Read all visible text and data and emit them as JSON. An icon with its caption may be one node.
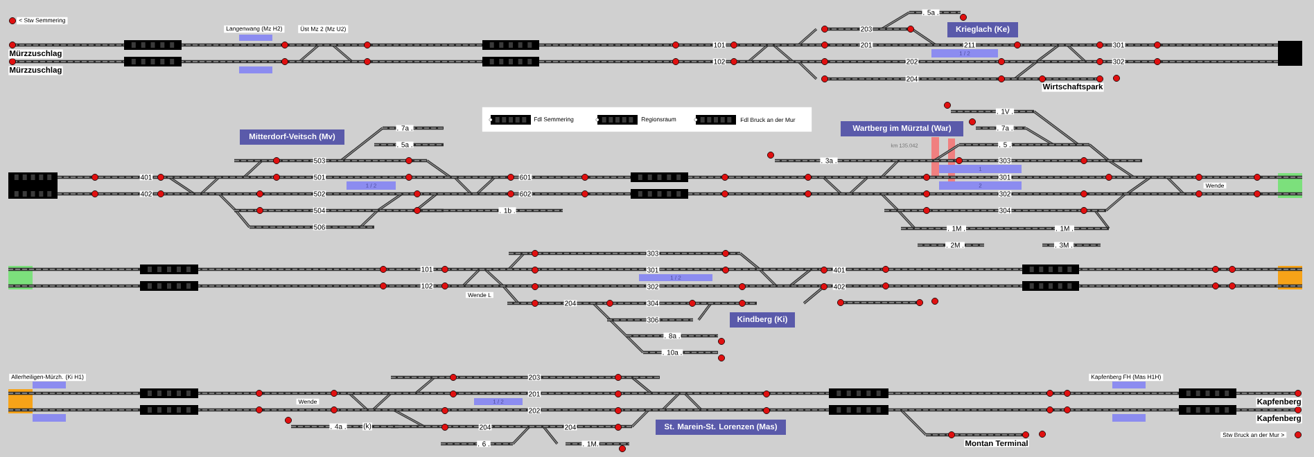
{
  "diagram": {
    "nodes": [
      {
        "text": [
          "Krieglach (Ke)"
        ]
      },
      {
        "text": [
          "1 / 2"
        ]
      },
      {
        "text": [
          "Wartberg im Mürztal (War)"
        ]
      },
      {
        "text": [
          "Mitterdorf-Veitsch (Mv)"
        ]
      },
      {
        "text": [
          "1"
        ]
      },
      {
        "text": [
          "1 / 2"
        ]
      },
      {
        "text": [
          "2"
        ]
      },
      {
        "text": [
          "1 / 2"
        ]
      },
      {
        "text": [
          "Kindberg (Ki)"
        ]
      },
      {
        "text": [
          "1 / 2"
        ]
      },
      {
        "text": [
          "St. Marein-St. Lorenzen (Mas)"
        ]
      }
    ],
    "labels": [
      ". 5a .",
      "< Stw Semmering",
      "Langenwang (Mz H2)",
      "Üst Mz 2 (Mz U2)",
      "203",
      "101",
      "201",
      "211",
      "301",
      "Mürzzuschlag",
      "102",
      "202",
      "302",
      "Mürzzuschlag",
      "204",
      "Wirtschaftspark",
      ". 1V .",
      ". 7a .",
      ". 7a .",
      ". 5a .",
      "km 135.042",
      ". 5 .",
      "503",
      ". 3a .",
      "303",
      "401",
      "501",
      "601",
      "301",
      "402",
      "502",
      "602",
      "302",
      "Wende",
      "504",
      ". 1b .",
      "304",
      "506",
      ". 1M .",
      ". 1M .",
      ". 2M .",
      ". 3M .",
      "303",
      "101",
      "301",
      "401",
      "102",
      "302",
      "402",
      "Wende L",
      "204",
      "304",
      "306",
      ". 8a .",
      ". 10a .",
      "Allerheiligen-Mürzh. (Ki H1)",
      "203",
      "Kapfenberg FH (Mas H1H)",
      "201",
      "Wende",
      "Kapfenberg",
      "202",
      "Kapfenberg",
      ". 4a .",
      "(k)",
      "204",
      "204",
      ". 6 .",
      ". 1M.",
      "Stw Bruck an der Mur >",
      "Montan Terminal"
    ],
    "legend": [
      {
        "text": "Fdl Semmering"
      },
      {
        "text": "Regionsraum"
      },
      {
        "text": "Fdl Bruck an der Mur"
      }
    ]
  }
}
